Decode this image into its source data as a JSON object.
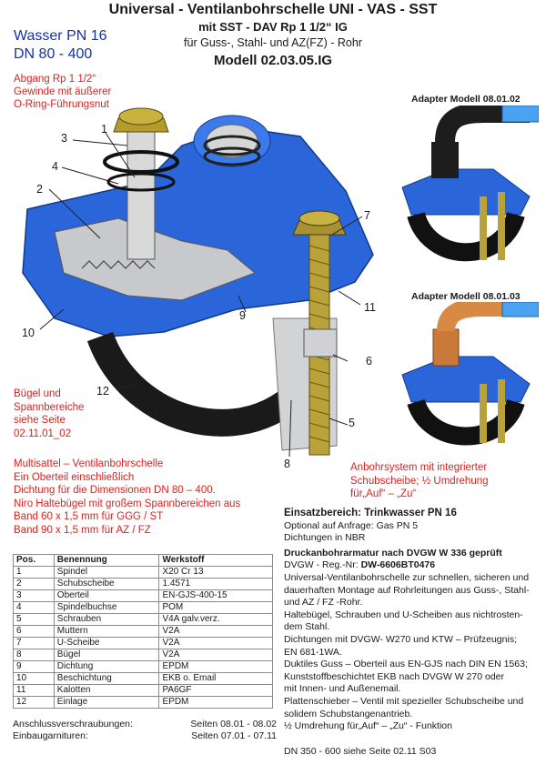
{
  "header": {
    "line1": "Universal - Ventilanbohrschelle UNI - VAS - SST",
    "line2": "mit SST - DAV  Rp 1 1/2“  IG",
    "line3": "für Guss-, Stahl- und AZ(FZ) - Rohr",
    "model": "Modell 02.03.05.IG"
  },
  "pressure": {
    "line1": "Wasser PN 16",
    "line2": "DN 80 - 400"
  },
  "outlet_note": [
    "Abgang Rp 1 1/2“",
    "Gewinde mit äußerer",
    "O-Ring-Führungsnut"
  ],
  "adapters": [
    {
      "label": "Adapter Modell 08.01.02"
    },
    {
      "label": "Adapter Modell 08.01.03"
    }
  ],
  "callouts": [
    "1",
    "2",
    "3",
    "4",
    "5",
    "6",
    "7",
    "8",
    "9",
    "10",
    "11",
    "12"
  ],
  "buegel_note": [
    "Bügel und",
    "Spannbereiche",
    "siehe Seite",
    "02.11.01_02"
  ],
  "multi_note": [
    "Multisattel – Ventilanbohrschelle",
    "Ein Oberteil einschließlich",
    "Dichtung für die Dimensionen DN 80 – 400.",
    "Niro Haltebügel mit großem Spannbereichen aus",
    "Band 60 x 1,5 mm für GGG / ST",
    "Band 90 x 1,5 mm für AZ / FZ"
  ],
  "drill_note": [
    "Anbohrsystem mit integrierter",
    "Schubscheibe;  ½ Umdrehung",
    "für„Auf“ – „Zu“"
  ],
  "parts_table": {
    "headers": [
      "Pos.",
      "Benennung",
      "Werkstoff"
    ],
    "rows": [
      [
        "1",
        "Spindel",
        "X20 Cr 13"
      ],
      [
        "2",
        "Schubscheibe",
        "1.4571"
      ],
      [
        "3",
        "Oberteil",
        "EN-GJS-400-15"
      ],
      [
        "4",
        "Spindelbuchse",
        "POM"
      ],
      [
        "5",
        "Schrauben",
        "V4A galv.verz."
      ],
      [
        "6",
        "Muttern",
        "V2A"
      ],
      [
        "7",
        "U-Scheibe",
        "V2A"
      ],
      [
        "8",
        "Bügel",
        "V2A"
      ],
      [
        "9",
        "Dichtung",
        "EPDM"
      ],
      [
        "10",
        "Beschichtung",
        "EKB o. Email"
      ],
      [
        "11",
        "Kalotten",
        "PA6GF"
      ],
      [
        "12",
        "Einlage",
        "EPDM"
      ]
    ]
  },
  "usage": {
    "title": "Einsatzbereich:  Trinkwasser PN 16",
    "line1": "Optional auf Anfrage: Gas PN 5",
    "line2": "Dichtungen in NBR",
    "title2": "Druckanbohrarmatur nach DVGW W 336 geprüft",
    "reg_prefix": "DVGW - Reg.-Nr:  ",
    "reg_number": "DW-6606BT0476",
    "body": [
      "Universal-Ventilanbohrschelle zur schnellen, sicheren und",
      "dauerhaften Montage auf Rohrleitungen aus Guss-, Stahl-",
      "und AZ / FZ -Rohr.",
      "Haltebügel, Schrauben und U-Scheiben aus nichtrosten-",
      "dem Stahl.",
      "Dichtungen mit DVGW- W270 und KTW – Prüfzeugnis;",
      "EN 681-1WA.",
      "Duktiles Guss – Oberteil aus EN-GJS nach DIN EN  1563;",
      "Kunststoffbeschichtet EKB nach DVGW W 270 oder",
      "mit Innen- und Außenemail.",
      "Plattenschieber – Ventil mit spezieller Schubscheibe und",
      "solidem Schubstangenantrieb.",
      "½ Umdrehung für„Auf“ – „Zu“ - Funktion"
    ],
    "footer": "DN  350 - 600 siehe Seite 02.11 S03"
  },
  "footer_refs": [
    {
      "label": "Anschlussverschraubungen:",
      "value": "Seiten 08.01 - 08.02"
    },
    {
      "label": "Einbaugarnituren:",
      "value": "Seiten 07.01 - 07.11"
    }
  ],
  "colors": {
    "casting_blue": "#2a66d9",
    "red_text": "#d8231f",
    "title_blue": "#1530a8",
    "brass": "#b9a23a",
    "olive": "#7a6a1c"
  }
}
